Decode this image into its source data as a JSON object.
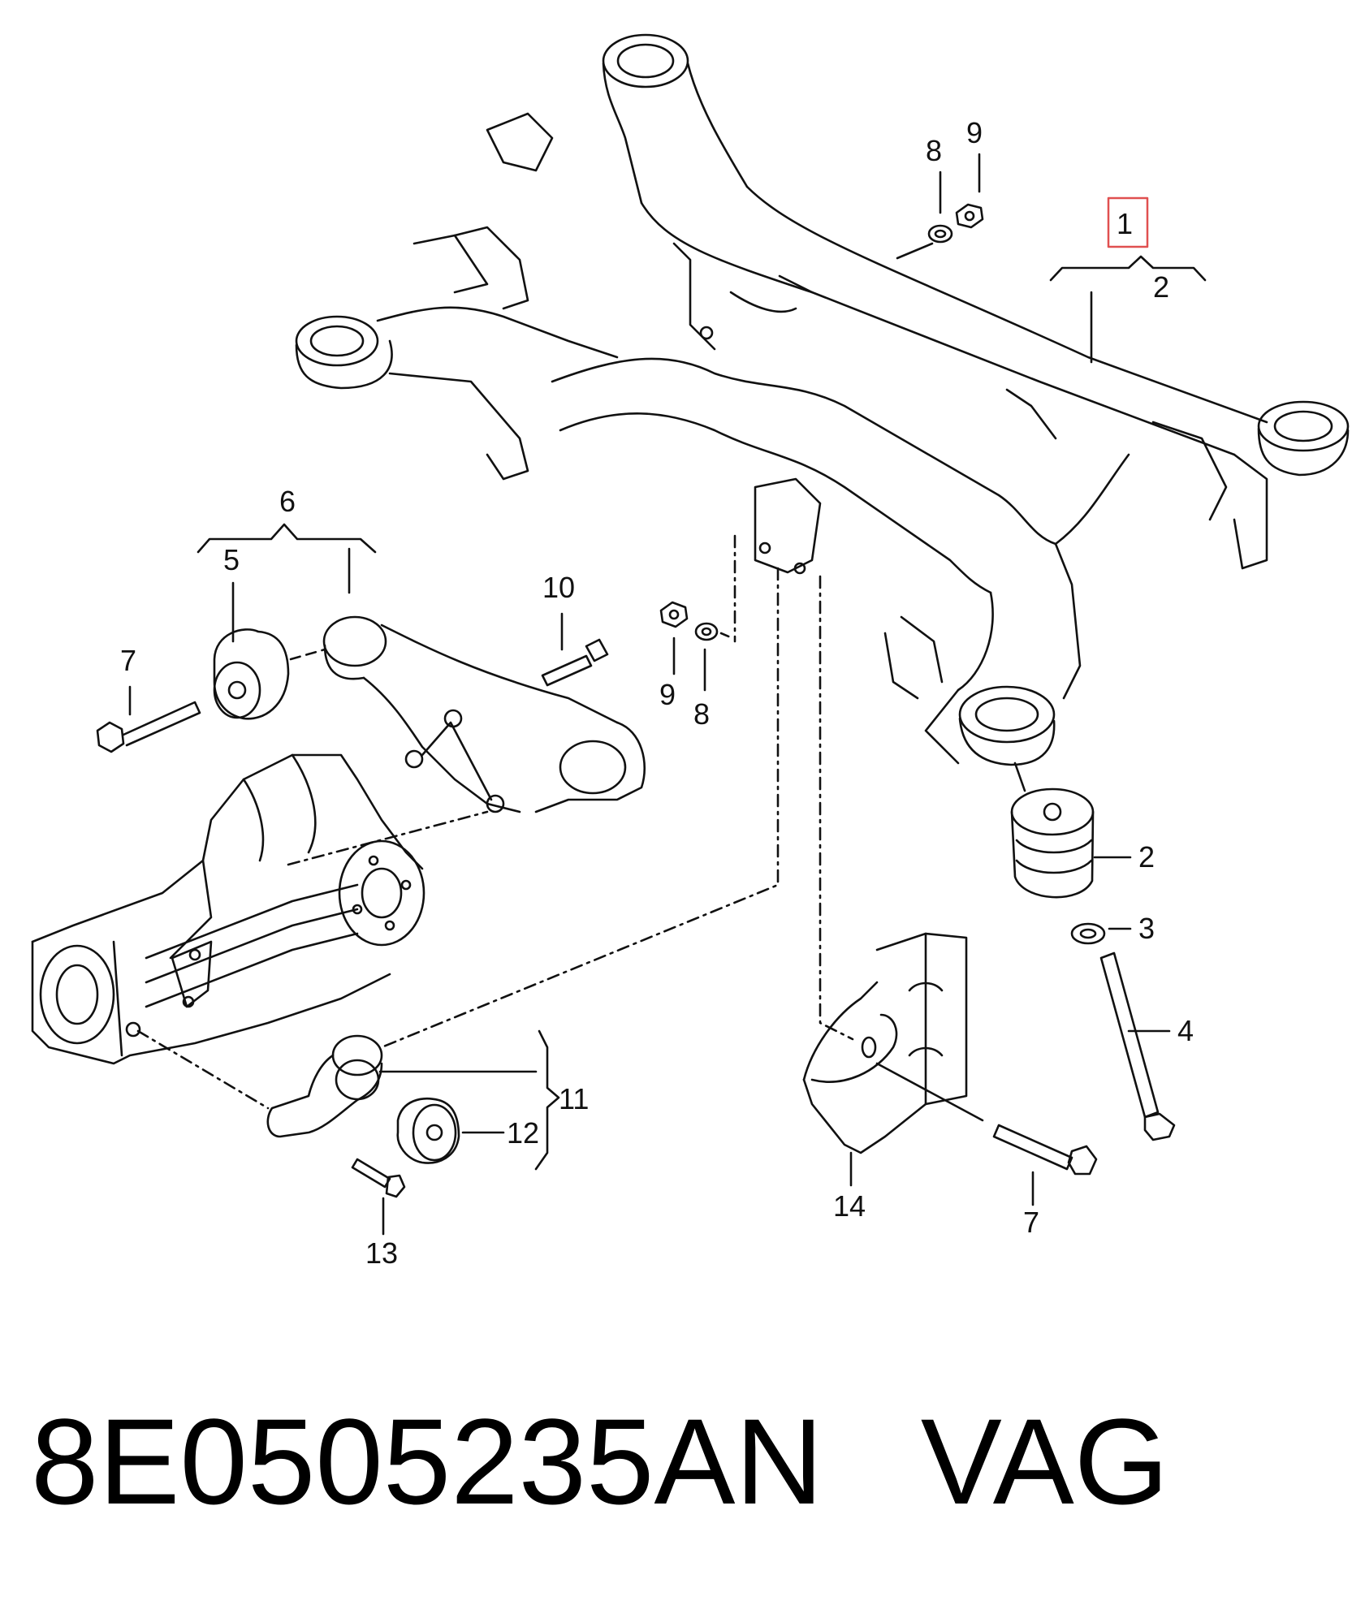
{
  "diagram": {
    "highlight_color": "#e05050",
    "callouts": {
      "c1": "1",
      "c2_top": "2",
      "c2_side": "2",
      "c3": "3",
      "c4": "4",
      "c5": "5",
      "c6": "6",
      "c7_left": "7",
      "c7_right": "7",
      "c8_top": "8",
      "c8_mid": "8",
      "c9_top": "9",
      "c9_mid": "9",
      "c10": "10",
      "c11": "11",
      "c12": "12",
      "c13": "13",
      "c14": "14"
    }
  },
  "footer": {
    "part_number": "8E0505235AN",
    "brand": "VAG"
  }
}
